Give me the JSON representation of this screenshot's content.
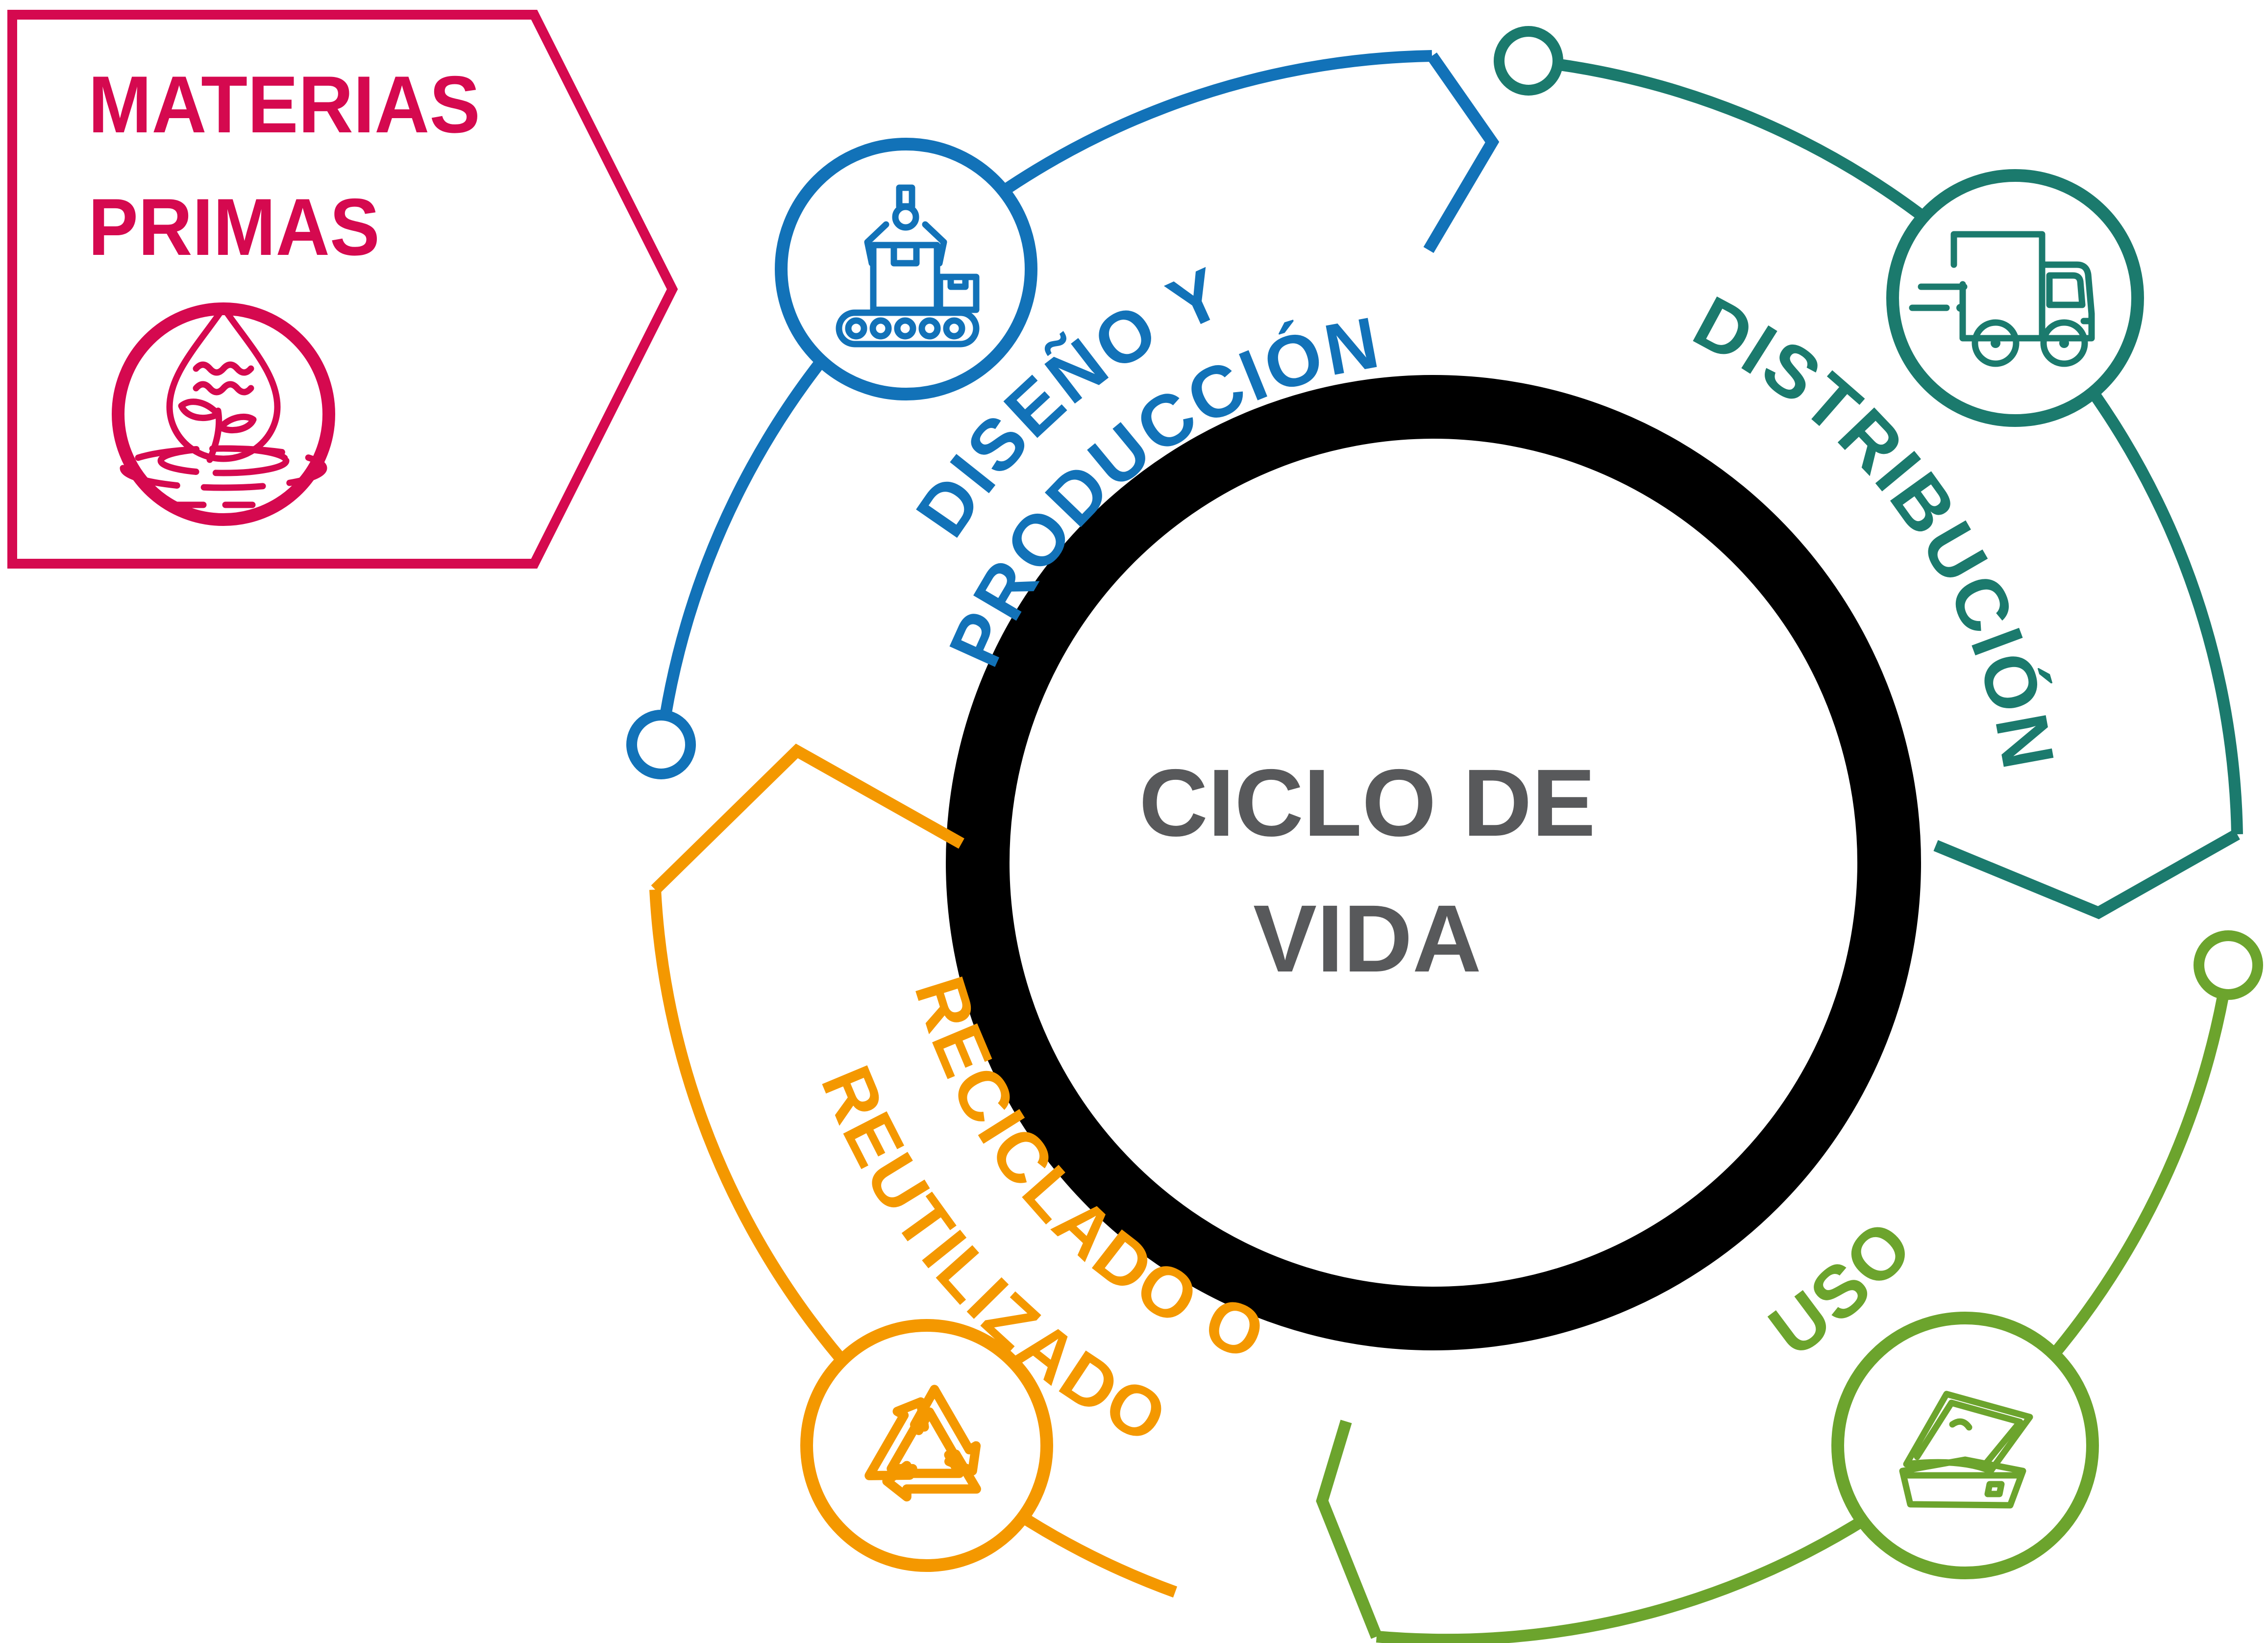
{
  "title": "Ciclo de vida diagram",
  "colors": {
    "pink": "#D5094F",
    "blue": "#1272B8",
    "teal": "#1B7A6D",
    "green": "#6CA42D",
    "orange": "#F49800",
    "black": "#000000",
    "gray": "#58595B",
    "white": "#ffffff"
  },
  "materias": {
    "line1": "MATERIAS",
    "line2": "PRIMAS",
    "icon": "water-drop-plant-icon"
  },
  "center": {
    "line1": "CICLO DE",
    "line2": "VIDA"
  },
  "stages": {
    "diseno": {
      "line1": "DISEÑO Y",
      "line2": "PRODUCCIÓN",
      "icon": "factory-conveyor-icon"
    },
    "distribucion": {
      "label": "DISTRIBUCIÓN",
      "icon": "delivery-truck-icon"
    },
    "uso": {
      "label": "USO",
      "icon": "food-container-icon"
    },
    "reciclado": {
      "line1": "RECICLADO O",
      "line2": "REUTILIZADO",
      "icon": "recycle-arrows-icon"
    }
  }
}
